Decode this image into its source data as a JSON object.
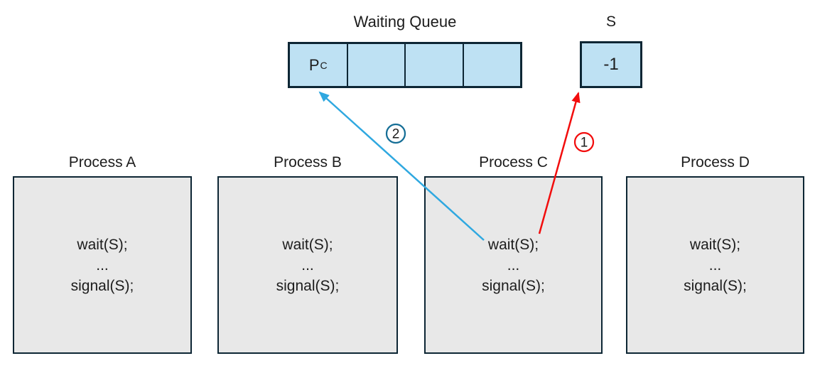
{
  "diagram": {
    "waiting_queue": {
      "title": "Waiting Queue",
      "occupant": {
        "base": "P",
        "sub": "C"
      },
      "cells_total": 4,
      "cells_empty": 3
    },
    "semaphore": {
      "label": "S",
      "value": "-1"
    },
    "processes": [
      {
        "title": "Process A",
        "lines": [
          "wait(S);",
          "...",
          "signal(S);"
        ]
      },
      {
        "title": "Process B",
        "lines": [
          "wait(S);",
          "...",
          "signal(S);"
        ]
      },
      {
        "title": "Process C",
        "lines": [
          "wait(S);",
          "...",
          "signal(S);"
        ]
      },
      {
        "title": "Process D",
        "lines": [
          "wait(S);",
          "...",
          "signal(S);"
        ]
      }
    ],
    "steps": [
      {
        "number": "1",
        "arrow_color": "#f20d0d",
        "from": "process-c-wait",
        "to": "semaphore-box"
      },
      {
        "number": "2",
        "arrow_color": "#2fa8e0",
        "from": "process-c-wait",
        "to": "waiting-queue"
      }
    ],
    "colors": {
      "queue_fill": "#bee1f3",
      "box_border": "#0d2634",
      "process_fill": "#e8e8e8",
      "arrow_red": "#f20d0d",
      "arrow_blue": "#2fa8e0",
      "badge2_stroke": "#156e96",
      "text": "#1c1c1c"
    }
  }
}
